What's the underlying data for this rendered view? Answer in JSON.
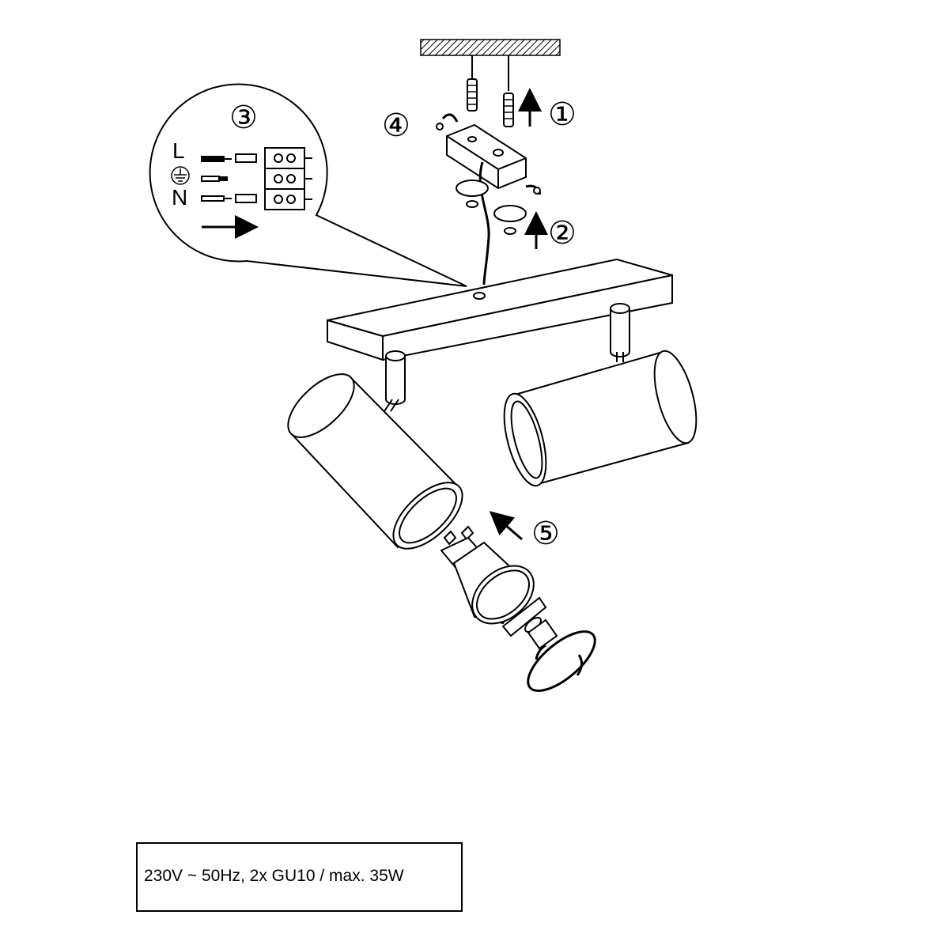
{
  "steps": {
    "step1": "①",
    "step2": "②",
    "step3": "③",
    "step4": "④",
    "step5": "⑤"
  },
  "wiring": {
    "live": "L",
    "neutral": "N"
  },
  "spec": {
    "text": "230V ~ 50Hz, 2x GU10 / max. 35W"
  },
  "colors": {
    "line": "#000000",
    "background": "#ffffff"
  }
}
